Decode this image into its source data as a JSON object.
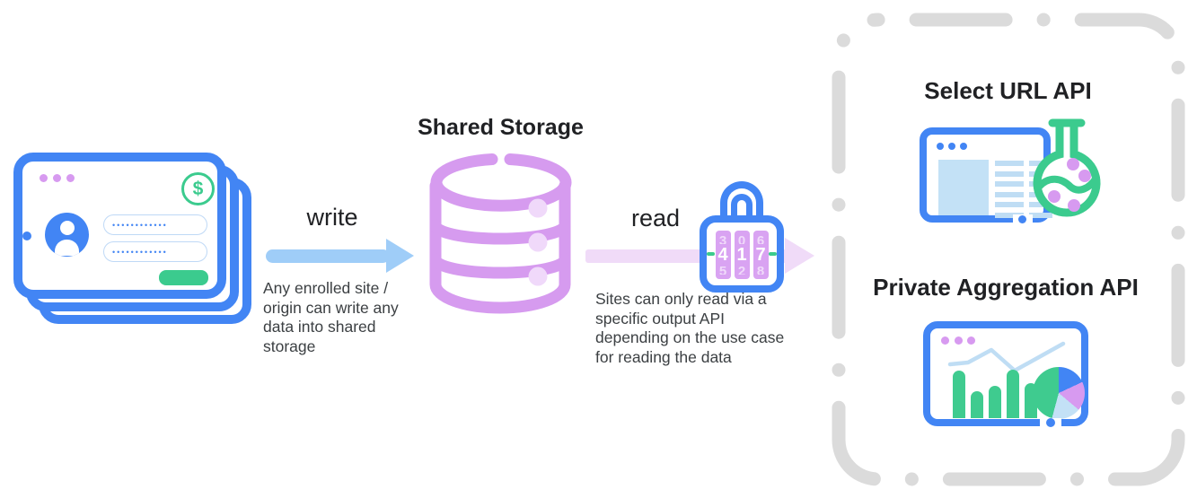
{
  "site_stack": {
    "dollar_sign": "$",
    "password1": "••••••••••••",
    "password2": "••••••••••••"
  },
  "write_flow": {
    "label": "write",
    "caption_lines": [
      "Any enrolled site /",
      "origin can write any",
      "data into shared",
      "storage"
    ]
  },
  "shared_storage": {
    "title": "Shared Storage"
  },
  "read_flow": {
    "label": "read",
    "caption_lines": [
      "Sites can only read via a",
      "specific output API",
      "depending on the use case",
      "for reading the data"
    ]
  },
  "lock": {
    "dials": [
      {
        "prev": "3",
        "value": "4",
        "next": "5"
      },
      {
        "prev": "0",
        "value": "1",
        "next": "2"
      },
      {
        "prev": "6",
        "value": "7",
        "next": "8"
      }
    ]
  },
  "output_apis": {
    "select_url": {
      "title": "Select URL API"
    },
    "private_aggregation": {
      "title": "Private Aggregation API"
    }
  },
  "icons": [
    "site-window-stack-icon",
    "dollar-icon",
    "avatar-icon",
    "database-icon",
    "combination-lock-icon",
    "flask-icon",
    "analytics-dashboard-icon"
  ],
  "colors": {
    "blue": "#4285F4",
    "light_blue_arrow": "#9FCDF8",
    "light_blue_fill": "#C3E1F6",
    "green": "#3BCB8E",
    "purple": "#D69BEF",
    "purple_light": "#F0D9FA",
    "pink_arrow": "#F0DBF8",
    "gray_dash": "#DBDBDB",
    "heading_text": "#202124",
    "body_text": "#3C4043"
  }
}
